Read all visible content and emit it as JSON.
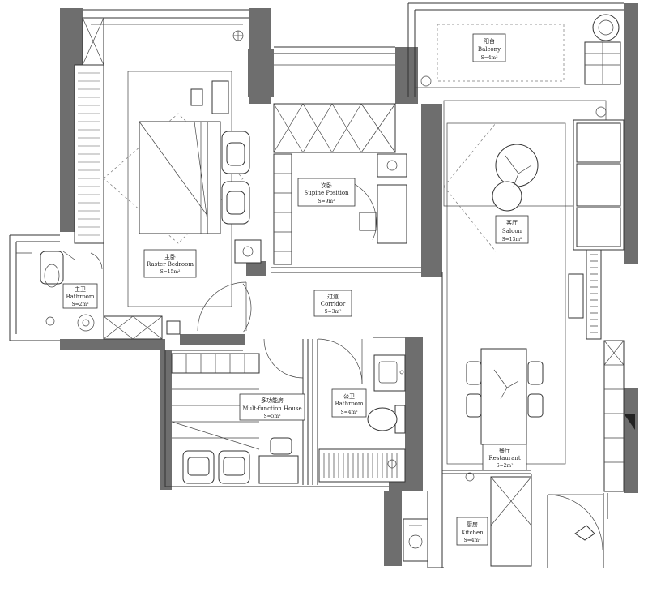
{
  "rooms": {
    "master_bedroom": {
      "cn": "主卧",
      "en": "Raster Bedroom",
      "area": "S=15m²"
    },
    "bathroom_ensuite": {
      "cn": "主卫",
      "en": "Bathroom",
      "area": "S=2m²"
    },
    "second_bedroom": {
      "cn": "次卧",
      "en": "Supine Position",
      "area": "S=9m²"
    },
    "balcony": {
      "cn": "阳台",
      "en": "Balcony",
      "area": "S=4m²"
    },
    "saloon": {
      "cn": "客厅",
      "en": "Saloon",
      "area": "S=13m²"
    },
    "corridor": {
      "cn": "过道",
      "en": "Corridor",
      "area": "S=3m²"
    },
    "multi_function": {
      "cn": "多功能房",
      "en": "Mult-function House",
      "area": "S=5m²"
    },
    "public_bathroom": {
      "cn": "公卫",
      "en": "Bathroom",
      "area": "S=4m²"
    },
    "restaurant": {
      "cn": "餐厅",
      "en": "Restaurant",
      "area": "S=2m²"
    },
    "kitchen": {
      "cn": "厨房",
      "en": "Kitchen",
      "area": "S=4m²"
    }
  }
}
